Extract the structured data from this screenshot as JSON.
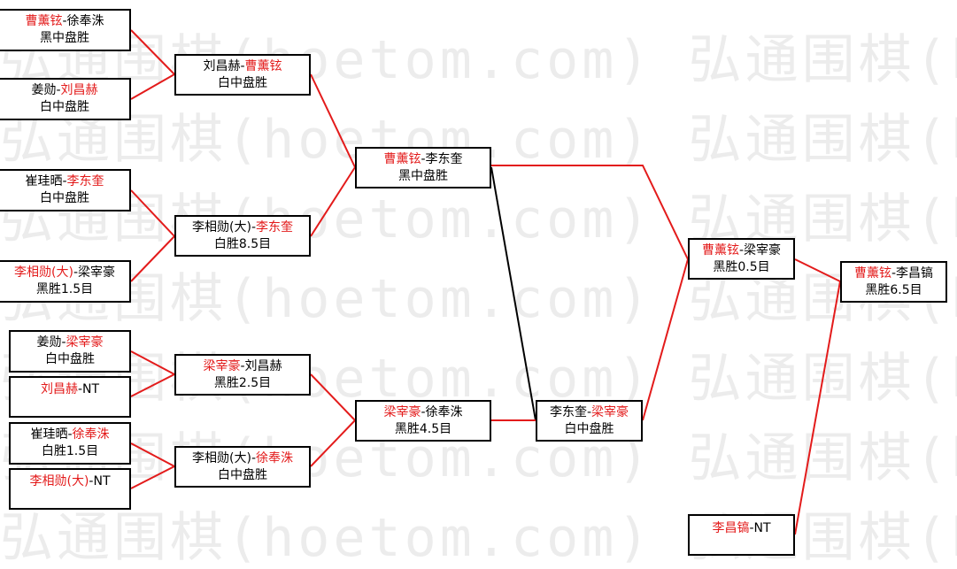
{
  "watermark": {
    "line": "弘通围棋(hoetom.com) 弘通围棋(hoetom.com)"
  },
  "colors": {
    "winner": "#e31b1b",
    "line_red": "#e31b1b",
    "line_black": "#000000",
    "watermark": "#ececec"
  },
  "matches": {
    "r1_m1": {
      "p1": "曹薰铉",
      "sep": "-",
      "p2": "徐奉洙",
      "winner": 1,
      "result": "黑中盘胜"
    },
    "r1_m2": {
      "p1": "姜勋",
      "sep": "-",
      "p2": "刘昌赫",
      "winner": 2,
      "result": "白中盘胜"
    },
    "r1_m3": {
      "p1": "崔珪晒",
      "sep": "-",
      "p2": "李东奎",
      "winner": 2,
      "result": "白中盘胜"
    },
    "r1_m4": {
      "p1": "李相勋(大)",
      "sep": "-",
      "p2": "梁宰豪",
      "winner": 1,
      "result": "黑胜1.5目"
    },
    "r1_m5": {
      "p1": "姜勋",
      "sep": "-",
      "p2": "梁宰豪",
      "winner": 2,
      "result": "白中盘胜"
    },
    "r1_m6": {
      "p1": "刘昌赫",
      "sep": "-",
      "p2": "NT",
      "winner": 1,
      "result": ""
    },
    "r1_m7": {
      "p1": "崔珪晒",
      "sep": "-",
      "p2": "徐奉洙",
      "winner": 2,
      "result": "白胜1.5目"
    },
    "r1_m8": {
      "p1": "李相勋(大)",
      "sep": "-",
      "p2": "NT",
      "winner": 1,
      "result": ""
    },
    "r2_m1": {
      "p1": "刘昌赫",
      "sep": "-",
      "p2": "曹薰铉",
      "winner": 2,
      "result": "白中盘胜"
    },
    "r2_m2": {
      "p1": "李相勋(大)",
      "sep": "-",
      "p2": "李东奎",
      "winner": 2,
      "result": "白胜8.5目"
    },
    "r2_m3": {
      "p1": "梁宰豪",
      "sep": "-",
      "p2": "刘昌赫",
      "winner": 1,
      "result": "黑胜2.5目"
    },
    "r2_m4": {
      "p1": "李相勋(大)",
      "sep": "-",
      "p2": "徐奉洙",
      "winner": 2,
      "result": "白中盘胜"
    },
    "r3_m1": {
      "p1": "曹薰铉",
      "sep": "-",
      "p2": "李东奎",
      "winner": 1,
      "result": "黑中盘胜"
    },
    "r3_m2": {
      "p1": "梁宰豪",
      "sep": "-",
      "p2": "徐奉洙",
      "winner": 1,
      "result": "黑胜4.5目"
    },
    "r4_m1": {
      "p1": "李东奎",
      "sep": "-",
      "p2": "梁宰豪",
      "winner": 2,
      "result": "白中盘胜"
    },
    "r5_m1": {
      "p1": "曹薰铉",
      "sep": "-",
      "p2": "梁宰豪",
      "winner": 1,
      "result": "黑胜0.5目"
    },
    "r5_m2": {
      "p1": "李昌镐",
      "sep": "-",
      "p2": "NT",
      "winner": 1,
      "result": ""
    },
    "final": {
      "p1": "曹薰铉",
      "sep": "-",
      "p2": "李昌镐",
      "winner": 1,
      "result": "黑胜6.5目"
    }
  }
}
